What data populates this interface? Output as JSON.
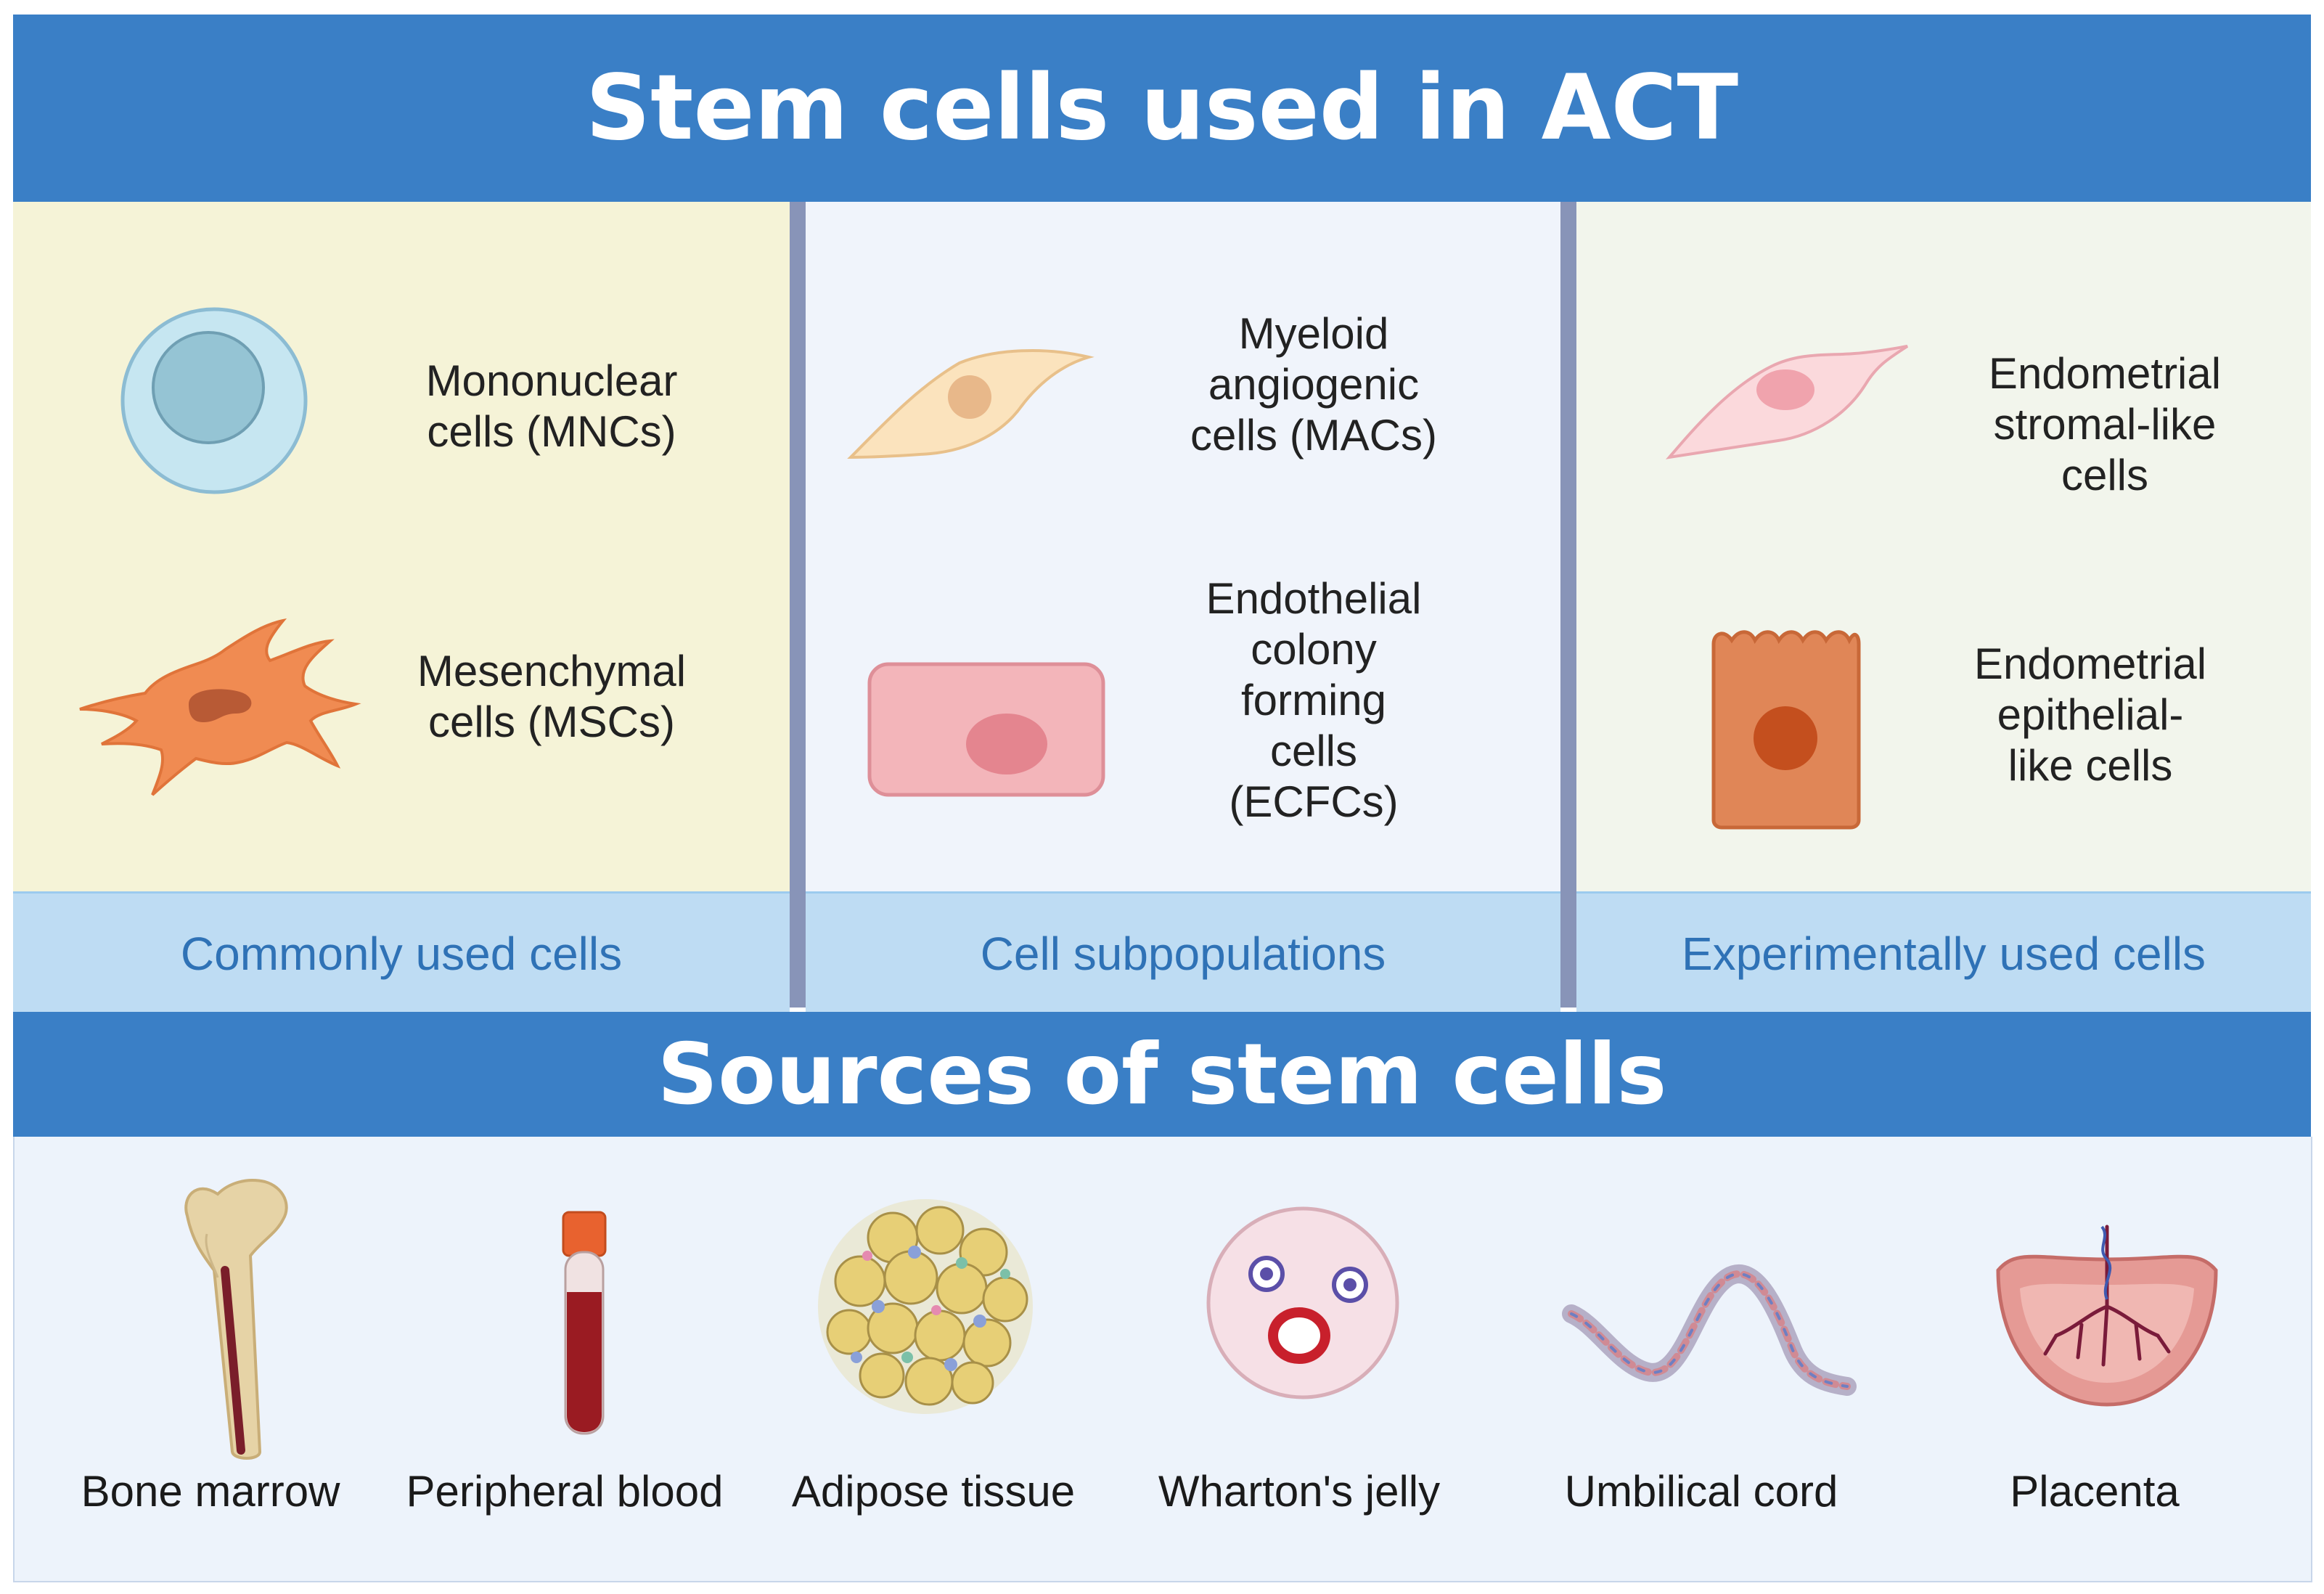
{
  "header": {
    "title": "Stem cells used in ACT"
  },
  "categories": [
    {
      "label": "Commonly used cells",
      "cells": [
        {
          "label": "Mononuclear\ncells (MNCs)",
          "icon": "mononuclear-cell-icon"
        },
        {
          "label": "Mesenchymal\ncells (MSCs)",
          "icon": "mesenchymal-cell-icon"
        }
      ]
    },
    {
      "label": "Cell subpopulations",
      "cells": [
        {
          "label": "Myeloid\nangiogenic\ncells (MACs)",
          "icon": "myeloid-angiogenic-cell-icon"
        },
        {
          "label": "Endothelial\ncolony\nforming\ncells\n(ECFCs)",
          "icon": "endothelial-cell-icon"
        }
      ]
    },
    {
      "label": "Experimentally used cells",
      "cells": [
        {
          "label": "Endometrial\nstromal-like\ncells",
          "icon": "stromal-cell-icon"
        },
        {
          "label": "Endometrial\nepithelial-\nlike cells",
          "icon": "epithelial-cell-icon"
        }
      ]
    }
  ],
  "sources_header": {
    "title": "Sources of stem cells"
  },
  "sources": [
    {
      "label": "Bone marrow",
      "icon": "bone-icon"
    },
    {
      "label": "Peripheral blood",
      "icon": "blood-tube-icon"
    },
    {
      "label": "Adipose tissue",
      "icon": "adipose-tissue-icon"
    },
    {
      "label": "Wharton's jelly",
      "icon": "whartons-jelly-icon"
    },
    {
      "label": "Umbilical cord",
      "icon": "umbilical-cord-icon"
    },
    {
      "label": "Placenta",
      "icon": "placenta-icon"
    }
  ],
  "colors": {
    "banner": "#3a7fc6",
    "category_bar": "#bedcf3",
    "category_text": "#2f72b6",
    "panel_left": "#f5f3d7",
    "panel_middle": "#f0f4fb",
    "panel_right": "#f2f5ec",
    "sources_bg": "#edf3fb",
    "divider": "#8894b8"
  }
}
